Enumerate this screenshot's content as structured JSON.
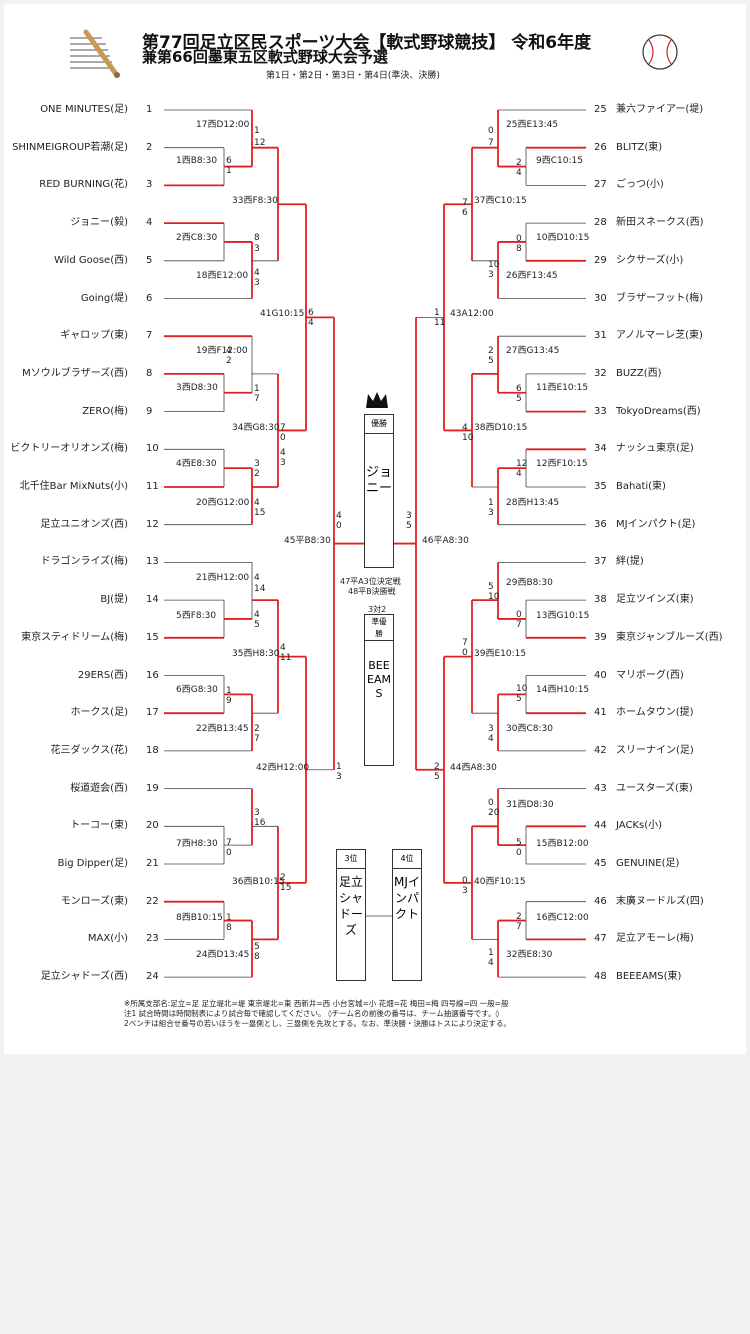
{
  "title": {
    "line1": "第77回足立区民スポーツ大会【軟式野球競技】 令和6年度",
    "line2": "兼第66回墨東五区軟式野球大会予選",
    "subtitle": "第1日・第2日・第3日・第4日(準決、決勝)"
  },
  "left_teams": [
    {
      "no": "1",
      "name": "ONE MINUTES(足)"
    },
    {
      "no": "2",
      "name": "SHINMEIGROUP若潮(足)"
    },
    {
      "no": "3",
      "name": "RED BURNING(花)"
    },
    {
      "no": "4",
      "name": "ジョニー(毅)"
    },
    {
      "no": "5",
      "name": "Wild Goose(西)"
    },
    {
      "no": "6",
      "name": "Going(堤)"
    },
    {
      "no": "7",
      "name": "ギャロップ(東)"
    },
    {
      "no": "8",
      "name": "Mソウルブラザーズ(西)"
    },
    {
      "no": "9",
      "name": "ZERO(梅)"
    },
    {
      "no": "10",
      "name": "ビクトリーオリオンズ(梅)"
    },
    {
      "no": "11",
      "name": "北千住Bar MixNuts(小)"
    },
    {
      "no": "12",
      "name": "足立ユニオンズ(西)"
    },
    {
      "no": "13",
      "name": "ドラゴンライズ(梅)"
    },
    {
      "no": "14",
      "name": "BJ(提)"
    },
    {
      "no": "15",
      "name": "東京スティドリーム(梅)"
    },
    {
      "no": "16",
      "name": "29ERS(西)"
    },
    {
      "no": "17",
      "name": "ホークス(足)"
    },
    {
      "no": "18",
      "name": "花三ダックス(花)"
    },
    {
      "no": "19",
      "name": "桜道遊会(西)"
    },
    {
      "no": "20",
      "name": "トーコー(東)"
    },
    {
      "no": "21",
      "name": "Big Dipper(足)"
    },
    {
      "no": "22",
      "name": "モンローズ(東)"
    },
    {
      "no": "23",
      "name": "MAX(小)"
    },
    {
      "no": "24",
      "name": "足立シャドーズ(西)"
    }
  ],
  "right_teams": [
    {
      "no": "25",
      "name": "兼六ファイアー(堤)"
    },
    {
      "no": "26",
      "name": "BLITZ(東)"
    },
    {
      "no": "27",
      "name": "ごっつ(小)"
    },
    {
      "no": "28",
      "name": "新田スネークス(西)"
    },
    {
      "no": "29",
      "name": "シクサーズ(小)"
    },
    {
      "no": "30",
      "name": "ブラザーフット(梅)"
    },
    {
      "no": "31",
      "name": "アノルマーレ芝(東)"
    },
    {
      "no": "32",
      "name": "BUZZ(西)"
    },
    {
      "no": "33",
      "name": "TokyoDreams(西)"
    },
    {
      "no": "34",
      "name": "ナッシュ東京(足)"
    },
    {
      "no": "35",
      "name": "Bahati(東)"
    },
    {
      "no": "36",
      "name": "MJインパクト(足)"
    },
    {
      "no": "37",
      "name": "絆(提)"
    },
    {
      "no": "38",
      "name": "足立ツインズ(東)"
    },
    {
      "no": "39",
      "name": "東京ジャンブルーズ(西)"
    },
    {
      "no": "40",
      "name": "マリボーグ(西)"
    },
    {
      "no": "41",
      "name": "ホームタウン(提)"
    },
    {
      "no": "42",
      "name": "スリーナイン(足)"
    },
    {
      "no": "43",
      "name": "ユースターズ(東)"
    },
    {
      "no": "44",
      "name": "JACKs(小)"
    },
    {
      "no": "45",
      "name": "GENUINE(足)"
    },
    {
      "no": "46",
      "name": "末廣ヌードルズ(四)"
    },
    {
      "no": "47",
      "name": "足立アモーレ(梅)"
    },
    {
      "no": "48",
      "name": "BEEEAMS(東)"
    }
  ],
  "games": [
    {
      "code": "1西B8:30"
    },
    {
      "code": "17西D12:00"
    },
    {
      "code": "2西C8:30"
    },
    {
      "code": "18西E12:00"
    },
    {
      "code": "3西D8:30"
    },
    {
      "code": "19西F12:00"
    },
    {
      "code": "4西E8:30"
    },
    {
      "code": "20西G12:00"
    },
    {
      "code": "5西F8:30"
    },
    {
      "code": "21西H12:00"
    },
    {
      "code": "6西G8:30"
    },
    {
      "code": "22西B13:45"
    },
    {
      "code": "7西H8:30"
    },
    {
      "code": "8西B10:15"
    },
    {
      "code": "24西D13:45"
    },
    {
      "code": "33西F8:30"
    },
    {
      "code": "34西G8:30"
    },
    {
      "code": "35西H8:30"
    },
    {
      "code": "36西B10:15"
    },
    {
      "code": "41G10:15"
    },
    {
      "code": "42西H12:00"
    },
    {
      "code": "45平B8:30"
    },
    {
      "code": "25西E13:45"
    },
    {
      "code": "9西C10:15"
    },
    {
      "code": "10西D10:15"
    },
    {
      "code": "26西F13:45"
    },
    {
      "code": "27西G13:45"
    },
    {
      "code": "11西E10:15"
    },
    {
      "code": "12西F10:15"
    },
    {
      "code": "28西H13:45"
    },
    {
      "code": "29西B8:30"
    },
    {
      "code": "13西G10:15"
    },
    {
      "code": "14西H10:15"
    },
    {
      "code": "30西C8:30"
    },
    {
      "code": "31西D8:30"
    },
    {
      "code": "15西B12:00"
    },
    {
      "code": "16西C12:00"
    },
    {
      "code": "32西E8:30"
    },
    {
      "code": "37西C10:15"
    },
    {
      "code": "38西D10:15"
    },
    {
      "code": "39西E10:15"
    },
    {
      "code": "40西F10:15"
    },
    {
      "code": "43A12:00"
    },
    {
      "code": "44西A8:30"
    },
    {
      "code": "46平A8:30"
    }
  ],
  "scores": [
    {
      "v": "1"
    },
    {
      "v": "12"
    },
    {
      "v": "6"
    },
    {
      "v": "1"
    },
    {
      "v": "8"
    },
    {
      "v": "3"
    },
    {
      "v": "4"
    },
    {
      "v": "3"
    },
    {
      "v": "4"
    },
    {
      "v": "2"
    },
    {
      "v": "1"
    },
    {
      "v": "7"
    },
    {
      "v": "3"
    },
    {
      "v": "2"
    },
    {
      "v": "4"
    },
    {
      "v": "15"
    },
    {
      "v": "4"
    },
    {
      "v": "14"
    },
    {
      "v": "4"
    },
    {
      "v": "5"
    },
    {
      "v": "1"
    },
    {
      "v": "9"
    },
    {
      "v": "2"
    },
    {
      "v": "7"
    },
    {
      "v": "3"
    },
    {
      "v": "16"
    },
    {
      "v": "7"
    },
    {
      "v": "0"
    },
    {
      "v": "1"
    },
    {
      "v": "8"
    },
    {
      "v": "5"
    },
    {
      "v": "8"
    },
    {
      "v": "4"
    },
    {
      "v": "3"
    },
    {
      "v": "7"
    },
    {
      "v": "0"
    },
    {
      "v": "4"
    },
    {
      "v": "11"
    },
    {
      "v": "2"
    },
    {
      "v": "15"
    },
    {
      "v": "6"
    },
    {
      "v": "4"
    },
    {
      "v": "1"
    },
    {
      "v": "3"
    },
    {
      "v": "4"
    },
    {
      "v": "0"
    },
    {
      "v": "0"
    },
    {
      "v": "7"
    },
    {
      "v": "2"
    },
    {
      "v": "4"
    },
    {
      "v": "0"
    },
    {
      "v": "8"
    },
    {
      "v": "10"
    },
    {
      "v": "3"
    },
    {
      "v": "2"
    },
    {
      "v": "5"
    },
    {
      "v": "6"
    },
    {
      "v": "5"
    },
    {
      "v": "12"
    },
    {
      "v": "4"
    },
    {
      "v": "1"
    },
    {
      "v": "3"
    },
    {
      "v": "5"
    },
    {
      "v": "10"
    },
    {
      "v": "0"
    },
    {
      "v": "7"
    },
    {
      "v": "10"
    },
    {
      "v": "5"
    },
    {
      "v": "3"
    },
    {
      "v": "4"
    },
    {
      "v": "0"
    },
    {
      "v": "20"
    },
    {
      "v": "5"
    },
    {
      "v": "0"
    },
    {
      "v": "2"
    },
    {
      "v": "7"
    },
    {
      "v": "1"
    },
    {
      "v": "4"
    },
    {
      "v": "7"
    },
    {
      "v": "6"
    },
    {
      "v": "4"
    },
    {
      "v": "10"
    },
    {
      "v": "7"
    },
    {
      "v": "0"
    },
    {
      "v": "0"
    },
    {
      "v": "3"
    },
    {
      "v": "1"
    },
    {
      "v": "11"
    },
    {
      "v": "2"
    },
    {
      "v": "5"
    },
    {
      "v": "3"
    },
    {
      "v": "5"
    }
  ],
  "final": {
    "winner_label": "優勝",
    "winner_name": "ジョニー",
    "third_place_note1": "47平A3位決定戦",
    "third_place_note2": "48平B決勝戦",
    "runner_score": "3対2",
    "runner_label": "準優勝",
    "runner_name": "BEEEAMS",
    "third_label": "3位",
    "third_name": "足立シャドーズ",
    "fourth_label": "4位",
    "fourth_name": "MJインパクト"
  },
  "notes": {
    "line1": "※所属支部名:足立=足 足立堤北=堤 東京堤北=東 西新井=西 小台宮城=小 花畑=花 梅田=梅 四号線=四 一般=般",
    "line2": "注1 試合時間は時間制表により試合毎で確認してください。 ◊チーム名の前後の番号は、チーム抽選番号です。◊",
    "line3": "2ベンチは組合せ番号の若いほうを一塁側とし、三塁側を先攻とする。なお、準決勝・決勝はトスにより決定する。"
  },
  "colors": {
    "win": "#e02020",
    "line": "#444444"
  }
}
